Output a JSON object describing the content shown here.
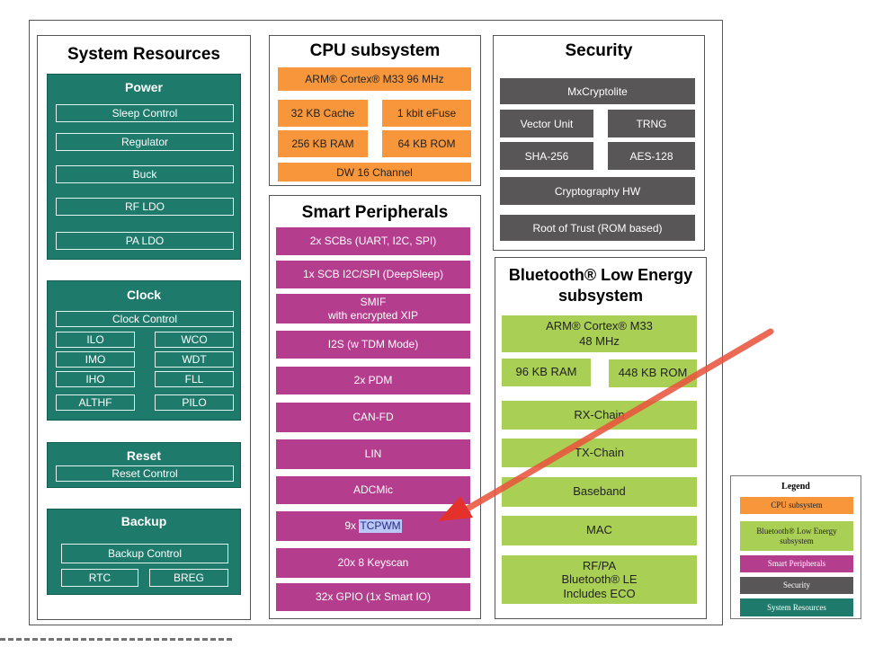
{
  "colors": {
    "system": "#1e7b6c",
    "cpu": "#f7963a",
    "peripheral": "#b53d8e",
    "security": "#585656",
    "ble": "#a9cf55",
    "arrow": "#e8543e"
  },
  "system_resources": {
    "title": "System Resources",
    "power": {
      "title": "Power",
      "items": [
        "Sleep Control",
        "Regulator",
        "Buck",
        "RF LDO",
        "PA LDO"
      ]
    },
    "clock": {
      "title": "Clock",
      "control": "Clock Control",
      "grid": [
        "ILO",
        "WCO",
        "IMO",
        "WDT",
        "IHO",
        "FLL",
        "ALTHF",
        "PILO"
      ]
    },
    "reset": {
      "title": "Reset",
      "control": "Reset Control"
    },
    "backup": {
      "title": "Backup",
      "control": "Backup Control",
      "items": [
        "RTC",
        "BREG"
      ]
    }
  },
  "cpu": {
    "title": "CPU subsystem",
    "core": "ARM® Cortex® M33 96 MHz",
    "cache": "32 KB Cache",
    "efuse": "1 kbit eFuse",
    "ram": "256 KB RAM",
    "rom": "64 KB ROM",
    "dw": "DW 16 Channel"
  },
  "peripherals": {
    "title": "Smart Peripherals",
    "items": [
      "2x SCBs (UART, I2C, SPI)",
      "1x SCB I2C/SPI (DeepSleep)",
      "SMIF",
      "with encrypted XIP",
      "I2S (w TDM Mode)",
      "2x PDM",
      "CAN-FD",
      "LIN",
      "ADCMic",
      "9x",
      "TCPWM",
      "20x 8 Keyscan",
      "32x GPIO (1x Smart IO)"
    ]
  },
  "security": {
    "title": "Security",
    "crypto": "MxCryptolite",
    "vector": "Vector Unit",
    "trng": "TRNG",
    "sha": "SHA-256",
    "aes": "AES-128",
    "hw": "Cryptography HW",
    "rot": "Root of Trust (ROM based)"
  },
  "ble": {
    "title_1": "Bluetooth® Low Energy",
    "title_2": "subsystem",
    "core_1": "ARM® Cortex® M33",
    "core_2": "48 MHz",
    "ram": "96 KB RAM",
    "rom": "448 KB ROM",
    "rx": "RX-Chain",
    "tx": "TX-Chain",
    "baseband": "Baseband",
    "mac": "MAC",
    "rf_1": "RF/PA",
    "rf_2": "Bluetooth® LE",
    "rf_3": "Includes ECO"
  },
  "legend": {
    "title": "Legend",
    "cpu": "CPU subsystem",
    "ble": "Bluetooth® Low Energy subsystem",
    "peripheral": "Smart Peripherals",
    "security": "Security",
    "system": "System Resources"
  }
}
